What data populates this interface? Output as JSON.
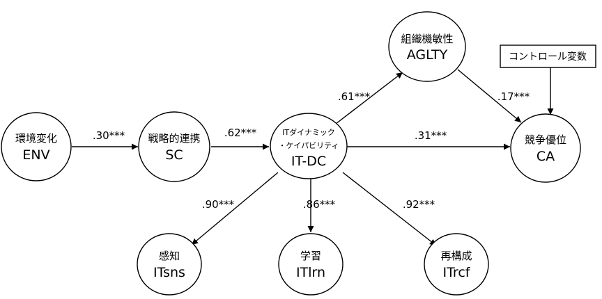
{
  "nodes": {
    "env": {
      "title": "環境変化",
      "abbr": "ENV"
    },
    "sc": {
      "title": "戦略的連携",
      "abbr": "SC"
    },
    "itdc": {
      "title_line1": "ITダイナミック",
      "title_line2": "・ケイパビリティ",
      "abbr": "IT-DC"
    },
    "aglty": {
      "title": "組織機敏性",
      "abbr": "AGLTY"
    },
    "ca": {
      "title": "競争優位",
      "abbr": "CA"
    },
    "itsns": {
      "title": "感知",
      "abbr": "ITsns"
    },
    "itlrn": {
      "title": "学習",
      "abbr": "ITlrn"
    },
    "itrcf": {
      "title": "再構成",
      "abbr": "ITrcf"
    }
  },
  "control": {
    "label": "コントロール変数"
  },
  "paths": {
    "env_sc": ".30***",
    "sc_itdc": ".62***",
    "itdc_aglty": ".61***",
    "itdc_ca": ".31***",
    "aglty_ca": ".17***",
    "itdc_itsns": ".90***",
    "itdc_itlrn": ".86***",
    "itdc_itrcf": ".92***"
  }
}
